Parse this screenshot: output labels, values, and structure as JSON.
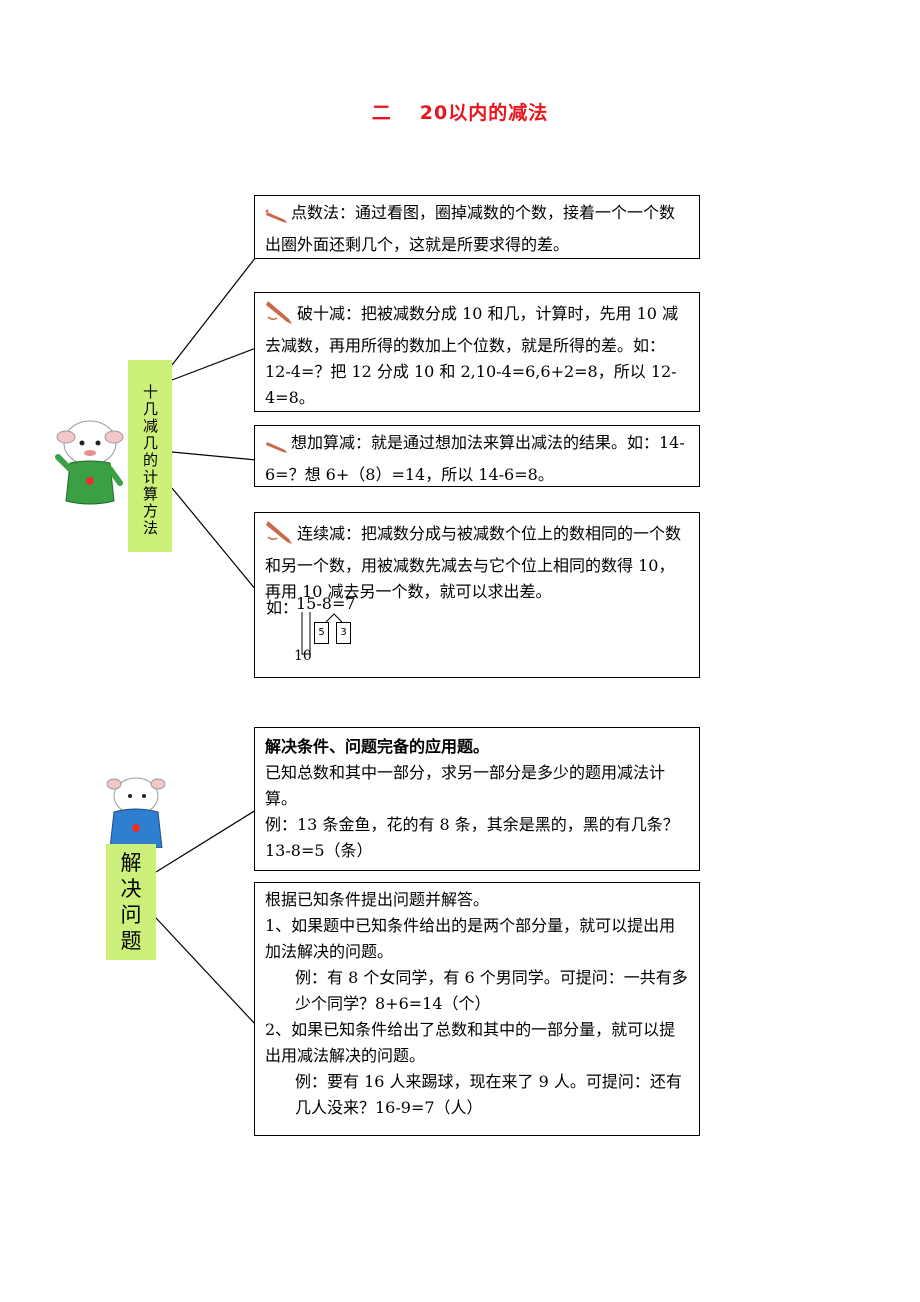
{
  "title": {
    "prefix": "二",
    "text": "20以内的减法"
  },
  "section1": {
    "label": "十几减几的计算方法",
    "methods": [
      {
        "text": "点数法：通过看图，圈掉减数的个数，接着一个一个数出圈外面还剩几个，这就是所要求得的差。"
      },
      {
        "text": "破十减：把被减数分成 10 和几，计算时，先用 10 减去减数，再用所得的数加上个位数，就是所得的差。如：12-4=？把 12 分成 10 和 2,10-4=6,6+2=8，所以 12-4=8。"
      },
      {
        "text": "想加算减：就是通过想加法来算出减法的结果。如：14-6=？想 6+（8）=14，所以 14-6=8。"
      },
      {
        "text": "连续减：把减数分成与被减数个位上的数相同的一个数和另一个数，用被减数先减去与它个位上相同的数得 10，再用 10 减去另一个数，就可以求出差。",
        "example_prefix": "如：",
        "example_eq": "15-8=7",
        "split_a": "5",
        "split_b": "3",
        "result": "10"
      }
    ]
  },
  "section2": {
    "label": [
      "解",
      "决",
      "问",
      "题"
    ],
    "box1": {
      "heading": "解决条件、问题完备的应用题。",
      "line1": "已知总数和其中一部分，求另一部分是多少的题用减法计算。",
      "line2": "例：13 条金鱼，花的有 8 条，其余是黑的，黑的有几条？　 13-8=5（条）"
    },
    "box2": {
      "intro": "根据已知条件提出问题并解答。",
      "item1": "1、如果题中已知条件给出的是两个部分量，就可以提出用加法解决的问题。",
      "item1_example": "例：有 8 个女同学，有 6 个男同学。可提问：一共有多少个同学？8+6=14（个）",
      "item2": "2、如果已知条件给出了总数和其中的一部分量，就可以提出用减法解决的问题。",
      "item2_example": "例：要有 16 人来踢球，现在来了 9 人。可提问：还有几人没来？16-9=7（人）"
    }
  },
  "colors": {
    "title": "#e8141e",
    "label_bg": "#cdf07a",
    "pen": "#c86a4a"
  }
}
